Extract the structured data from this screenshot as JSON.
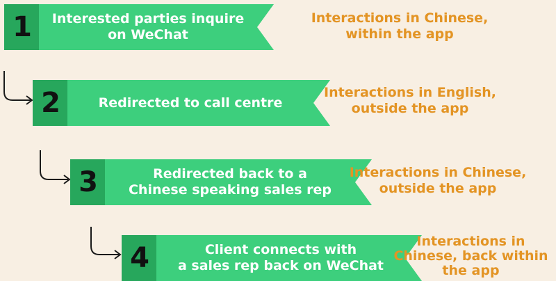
{
  "steps": [
    {
      "number": "1",
      "label_line1": "Interested parties inquire",
      "label_line2": "on WeChat",
      "note_line1": "Interactions in Chinese,",
      "note_line2": "within the app",
      "note_line3": ""
    },
    {
      "number": "2",
      "label_line1": "Redirected to call centre",
      "label_line2": "",
      "note_line1": "Interactions in English,",
      "note_line2": "outside the app",
      "note_line3": ""
    },
    {
      "number": "3",
      "label_line1": "Redirected back to a",
      "label_line2": "Chinese speaking sales rep",
      "note_line1": "Interactions in Chinese,",
      "note_line2": "outside the app",
      "note_line3": ""
    },
    {
      "number": "4",
      "label_line1": "Client connects with",
      "label_line2": "a sales rep back on WeChat",
      "note_line1": "Interactions in",
      "note_line2": "Chinese, back within",
      "note_line3": "the app"
    }
  ],
  "colors": {
    "background": "#f8efe3",
    "banner": "#3dcf7d",
    "number_box": "#27a75c",
    "note_text": "#e39424"
  }
}
